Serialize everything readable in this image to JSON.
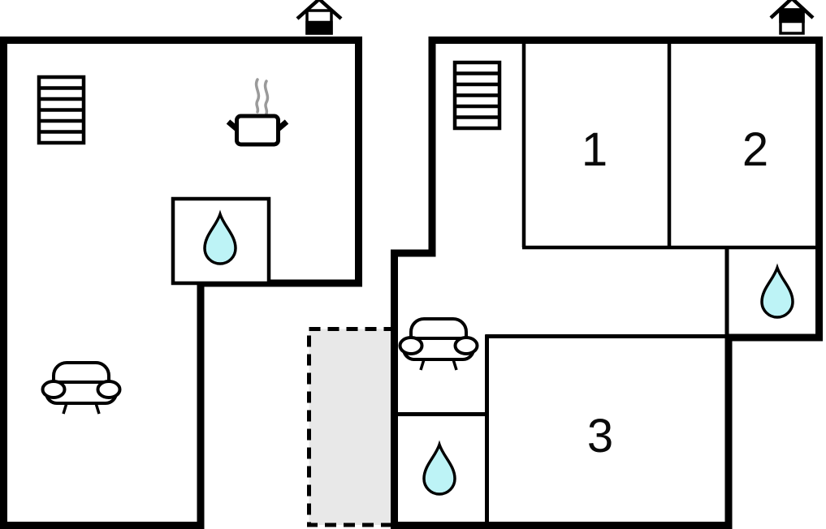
{
  "plan": {
    "rooms": [
      {
        "id": "room-1",
        "label": "1"
      },
      {
        "id": "room-2",
        "label": "2"
      },
      {
        "id": "room-3",
        "label": "3"
      }
    ],
    "icons": {
      "water_drop": "water-drop-icon",
      "sofa": "sofa-icon",
      "stairs": "stairs-icon",
      "cooking_pot": "cooking-pot-icon",
      "chimney": "chimney-icon",
      "terrace": "terrace-area"
    },
    "colors": {
      "wall": "#000000",
      "water_fill": "#bdf3f6",
      "terrace_fill": "#e8e8e8",
      "steam": "#9a9a9a",
      "label": "#0a0a0a",
      "background": "#ffffff"
    }
  }
}
